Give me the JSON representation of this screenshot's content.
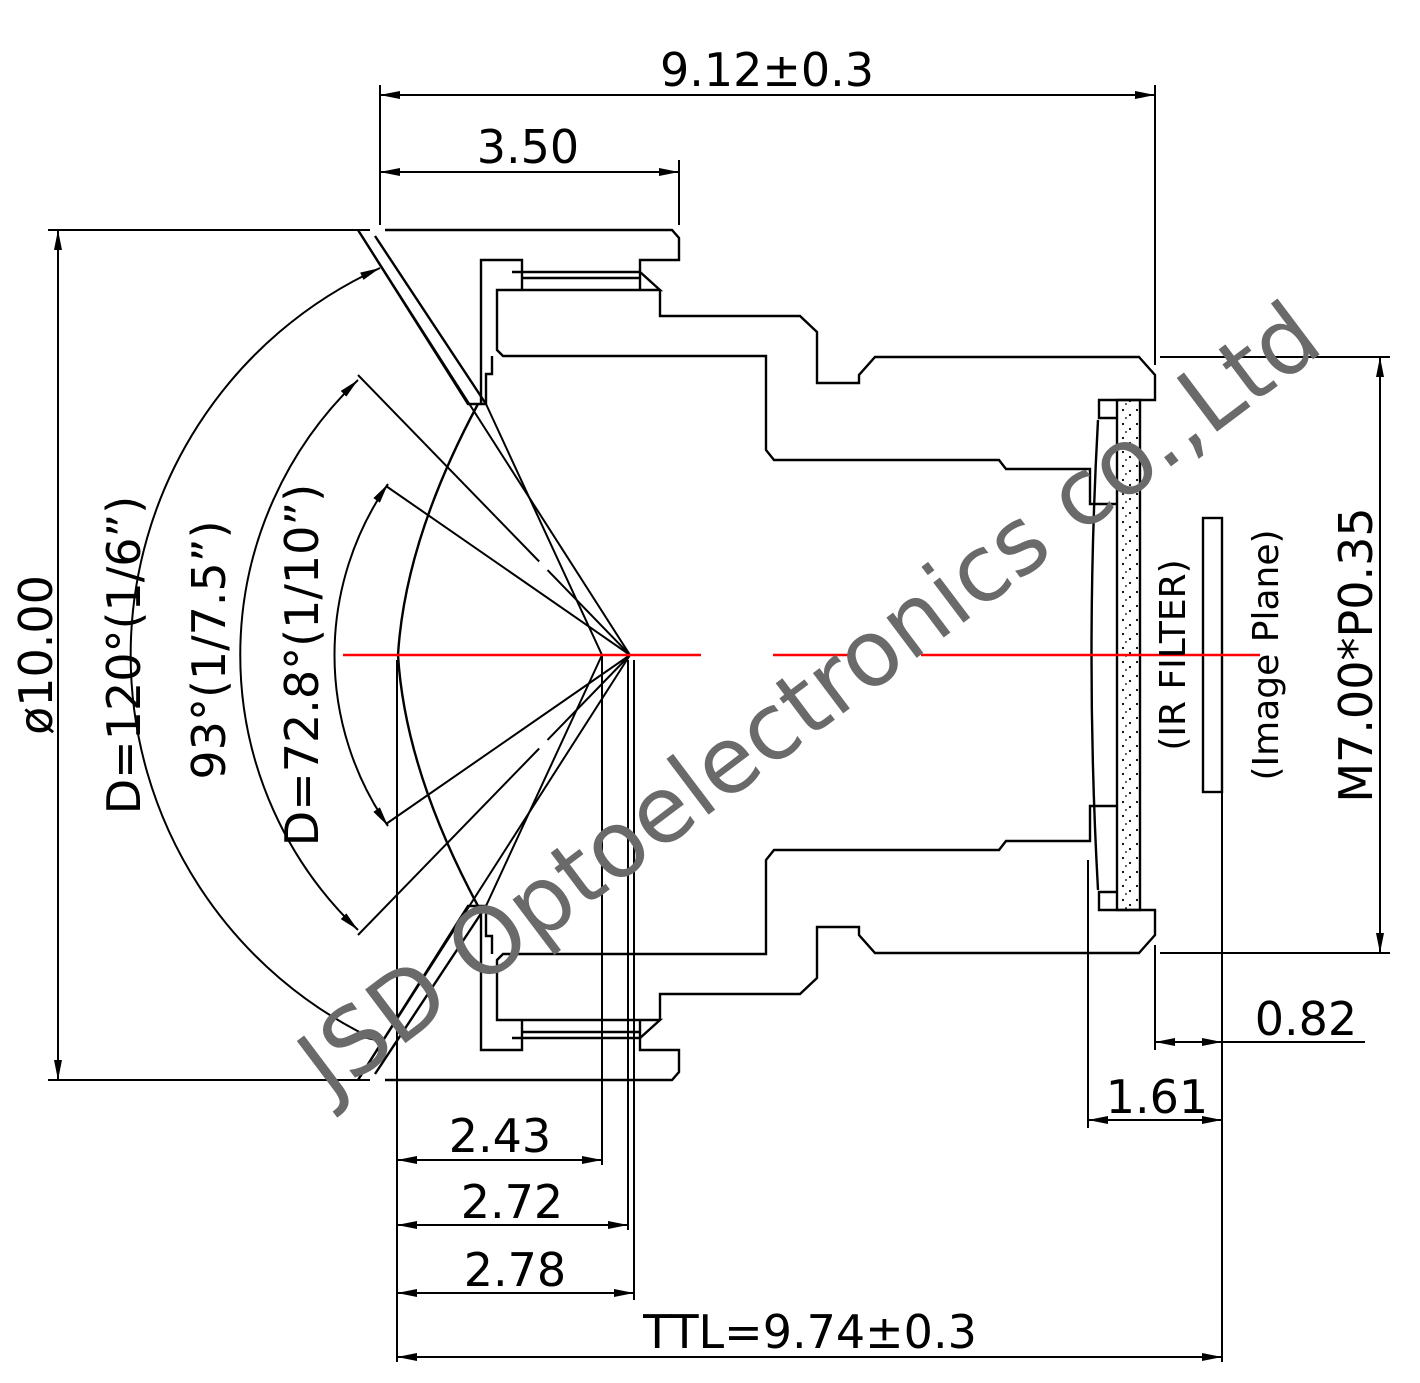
{
  "dimensions": {
    "overall_length": "9.12±0.3",
    "front_flange": "3.50",
    "diameter": "ø10.00",
    "fov_1_6": "D=120°(1/6”)",
    "fov_1_7_5": "93°(1/7.5”)",
    "fov_1_10": "D=72.8°(1/10”)",
    "thread": "M7.00*P0.35",
    "flange_to_image": "0.82",
    "filter_to_image": "1.61",
    "dim_2_43": "2.43",
    "dim_2_72": "2.72",
    "dim_2_78": "2.78",
    "ttl": "TTL=9.74±0.3"
  },
  "labels": {
    "ir_filter": "(IR FILTER)",
    "image_plane": "(Image Plane)"
  },
  "watermark": "JSD Optoelectronics co.,Ltd",
  "colors": {
    "optical_axis": "#ff0000",
    "watermark": "#6a6a6a"
  }
}
